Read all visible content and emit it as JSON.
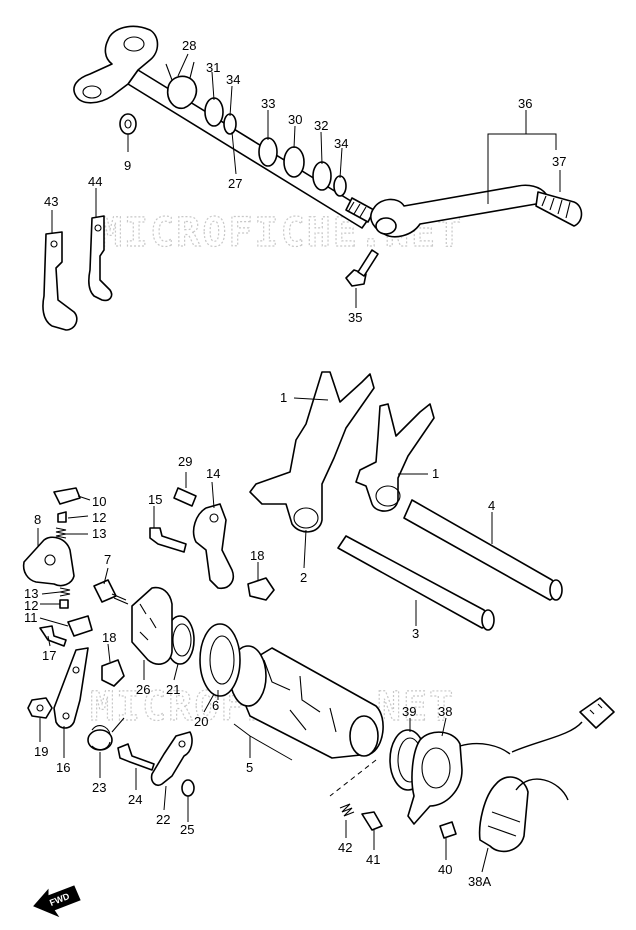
{
  "watermark": "MICROFICHE.NET",
  "forward_label": "FWD",
  "labels": {
    "p1a": "1",
    "p1b": "1",
    "p2": "2",
    "p3": "3",
    "p4": "4",
    "p5": "5",
    "p6": "6",
    "p7": "7",
    "p8": "8",
    "p9": "9",
    "p10": "10",
    "p11": "11",
    "p12a": "12",
    "p12b": "12",
    "p13a": "13",
    "p13b": "13",
    "p14": "14",
    "p15": "15",
    "p16": "16",
    "p17": "17",
    "p18a": "18",
    "p18b": "18",
    "p19": "19",
    "p20": "20",
    "p21": "21",
    "p22": "22",
    "p23": "23",
    "p24": "24",
    "p25": "25",
    "p26": "26",
    "p27": "27",
    "p28": "28",
    "p29": "29",
    "p30": "30",
    "p31": "31",
    "p32": "32",
    "p33": "33",
    "p34a": "34",
    "p34b": "34",
    "p35": "35",
    "p36": "36",
    "p37": "37",
    "p38": "38",
    "p38A": "38A",
    "p39": "39",
    "p40": "40",
    "p41": "41",
    "p42": "42",
    "p43": "43",
    "p44": "44"
  }
}
